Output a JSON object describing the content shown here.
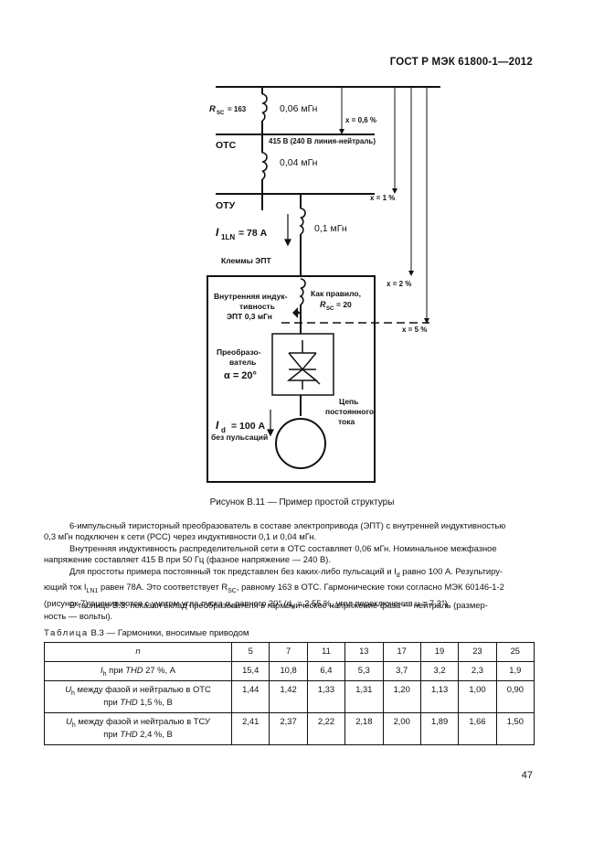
{
  "header": "ГОСТ Р МЭК 61800-1—2012",
  "diagram": {
    "rsc_163": "R",
    "rsc_163_sub": "SC",
    "rsc_163_val": "= 163",
    "l_006": "0,06 мГн",
    "x_06": "x = 0,6 %",
    "otc": "ОТС",
    "voltage": "415 В (240 В линия-нейтраль)",
    "l_004": "0,04 мГн",
    "x_1": "x = 1 %",
    "oty": "ОТУ",
    "i_sym": "I",
    "i_sub": "1LN",
    "i_val": "= 78 А",
    "l_01": "0,1 мГн",
    "klemmy": "Клеммы ЭПТ",
    "x_2": "x = 2 %",
    "vnutr1": "Внутренняя индук-",
    "vnutr2": "тивность",
    "vnutr3": "ЭПТ 0,3 мГн",
    "kak1": "Как правило,",
    "kak_r": "R",
    "kak_sub": "SC",
    "kak_val": "= 20",
    "x_5": "x = 5 %",
    "preob1": "Преобразо-",
    "preob2": "ватель",
    "alpha": "α = 20°",
    "cep1": "Цепь",
    "cep2": "постоянного",
    "cep3": "тока",
    "id_sym": "I",
    "id_sub": "d",
    "id_val": "= 100 А",
    "bez": "без пульсаций"
  },
  "caption": "Рисунок В.11 — Пример простой структуры",
  "paragraphs": {
    "p1a": "6-импульсный тиристорный преобразователь в составе электропривода (ЭПТ) с внутренней индуктивностью",
    "p1b": "0,3 мГн подключен к сети (РСС) через индуктивности 0,1 и 0,04 мГн.",
    "p2a": "Внутренняя индуктивность распределительной сети в ОТС составляет 0,06 мГн. Номинальное межфазное",
    "p2b": "напряжение составляет 415 В при 50 Гц (фазное напряжение — 240 В).",
    "p3a": "Для простоты примера постоянный ток представлен без каких-либо пульсаций и I",
    "p3a_sub": "d",
    "p3a_end": " равно 100 А. Результиру-",
    "p3b_1": "ющий ток I",
    "p3b_sub": "LN1",
    "p3b_2": " равен 78А. Это соответствует R",
    "p3b_sub2": "SC",
    "p3b_3": ", равному 163 в ОТС. Гармонические токи согласно МЭК 60146-1-2",
    "p3c_1": "(рисунок 7) оцениваются с учетом угла пуска α, равного 20° (d",
    "p3c_sub": "x",
    "p3c_2": " = 2,55 %, угол переключения u = 7,3°).",
    "p4a": "В таблице В.3. показан вклад преобразователя в гармоническое напряжение фаза — нейтраль (размер-",
    "p4b": "ность — вольты)."
  },
  "table": {
    "caption_prefix": "Таблица",
    "caption_rest": " В.3 — Гармоники, вносимые приводом",
    "n_label": "n",
    "columns": [
      "5",
      "7",
      "11",
      "13",
      "17",
      "19",
      "23",
      "25"
    ],
    "row1_label_a": "I",
    "row1_label_sub": "h",
    "row1_label_b": " при ",
    "row1_label_thd": "THD",
    "row1_label_c": " 27 %, А",
    "row1": [
      "15,4",
      "10,8",
      "6,4",
      "5,3",
      "3,7",
      "3,2",
      "2,3",
      "1,9"
    ],
    "row2_label_a": "U",
    "row2_label_sub": "h",
    "row2_label_b": " между фазой и нейтралью в ОТС",
    "row2_label_c": "при ",
    "row2_label_thd": "THD",
    "row2_label_d": " 1,5 %, В",
    "row2": [
      "1,44",
      "1,42",
      "1,33",
      "1,31",
      "1,20",
      "1,13",
      "1,00",
      "0,90"
    ],
    "row3_label_a": "U",
    "row3_label_sub": "h",
    "row3_label_b": " между фазой и нейтралью в ТСУ",
    "row3_label_c": "при ",
    "row3_label_thd": "THD",
    "row3_label_d": " 2,4 %, В",
    "row3": [
      "2,41",
      "2,37",
      "2,22",
      "2,18",
      "2,00",
      "1,89",
      "1,66",
      "1,50"
    ]
  },
  "page_number": "47"
}
